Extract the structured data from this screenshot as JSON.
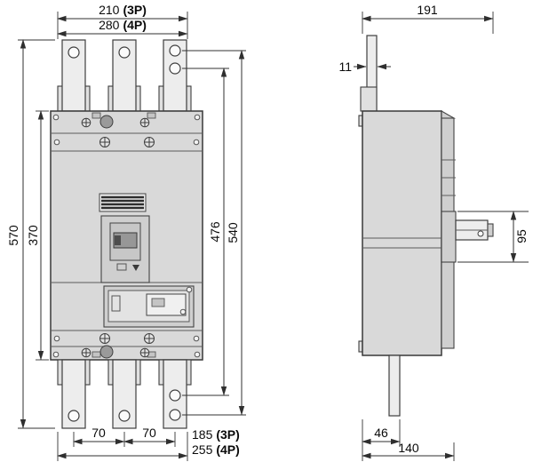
{
  "meta": {
    "drawing": "molded-case-circuit-breaker-outline-dimensions",
    "views": [
      "front",
      "side"
    ]
  },
  "colors": {
    "body_fill": "#d9d9d9",
    "strap_fill": "#ededed",
    "line": "#333333",
    "text": "#0a0a0a"
  },
  "front_view": {
    "top": {
      "w3p": {
        "value": "210",
        "suffix": "(3P)"
      },
      "w4p": {
        "value": "280",
        "suffix": "(4P)"
      }
    },
    "left": {
      "overall_height": "570",
      "body_height": "370"
    },
    "right": {
      "hole_span_inner": "476",
      "hole_span_outer": "540"
    },
    "bottom": {
      "pitch_left": "70",
      "pitch_right": "70",
      "b3p": {
        "value": "185",
        "suffix": "(3P)"
      },
      "b4p": {
        "value": "255",
        "suffix": "(4P)"
      }
    }
  },
  "side_view": {
    "depth_overall": "191",
    "strap_thickness": "11",
    "handle_height": "95",
    "strap_offset": "46",
    "body_depth": "140"
  }
}
